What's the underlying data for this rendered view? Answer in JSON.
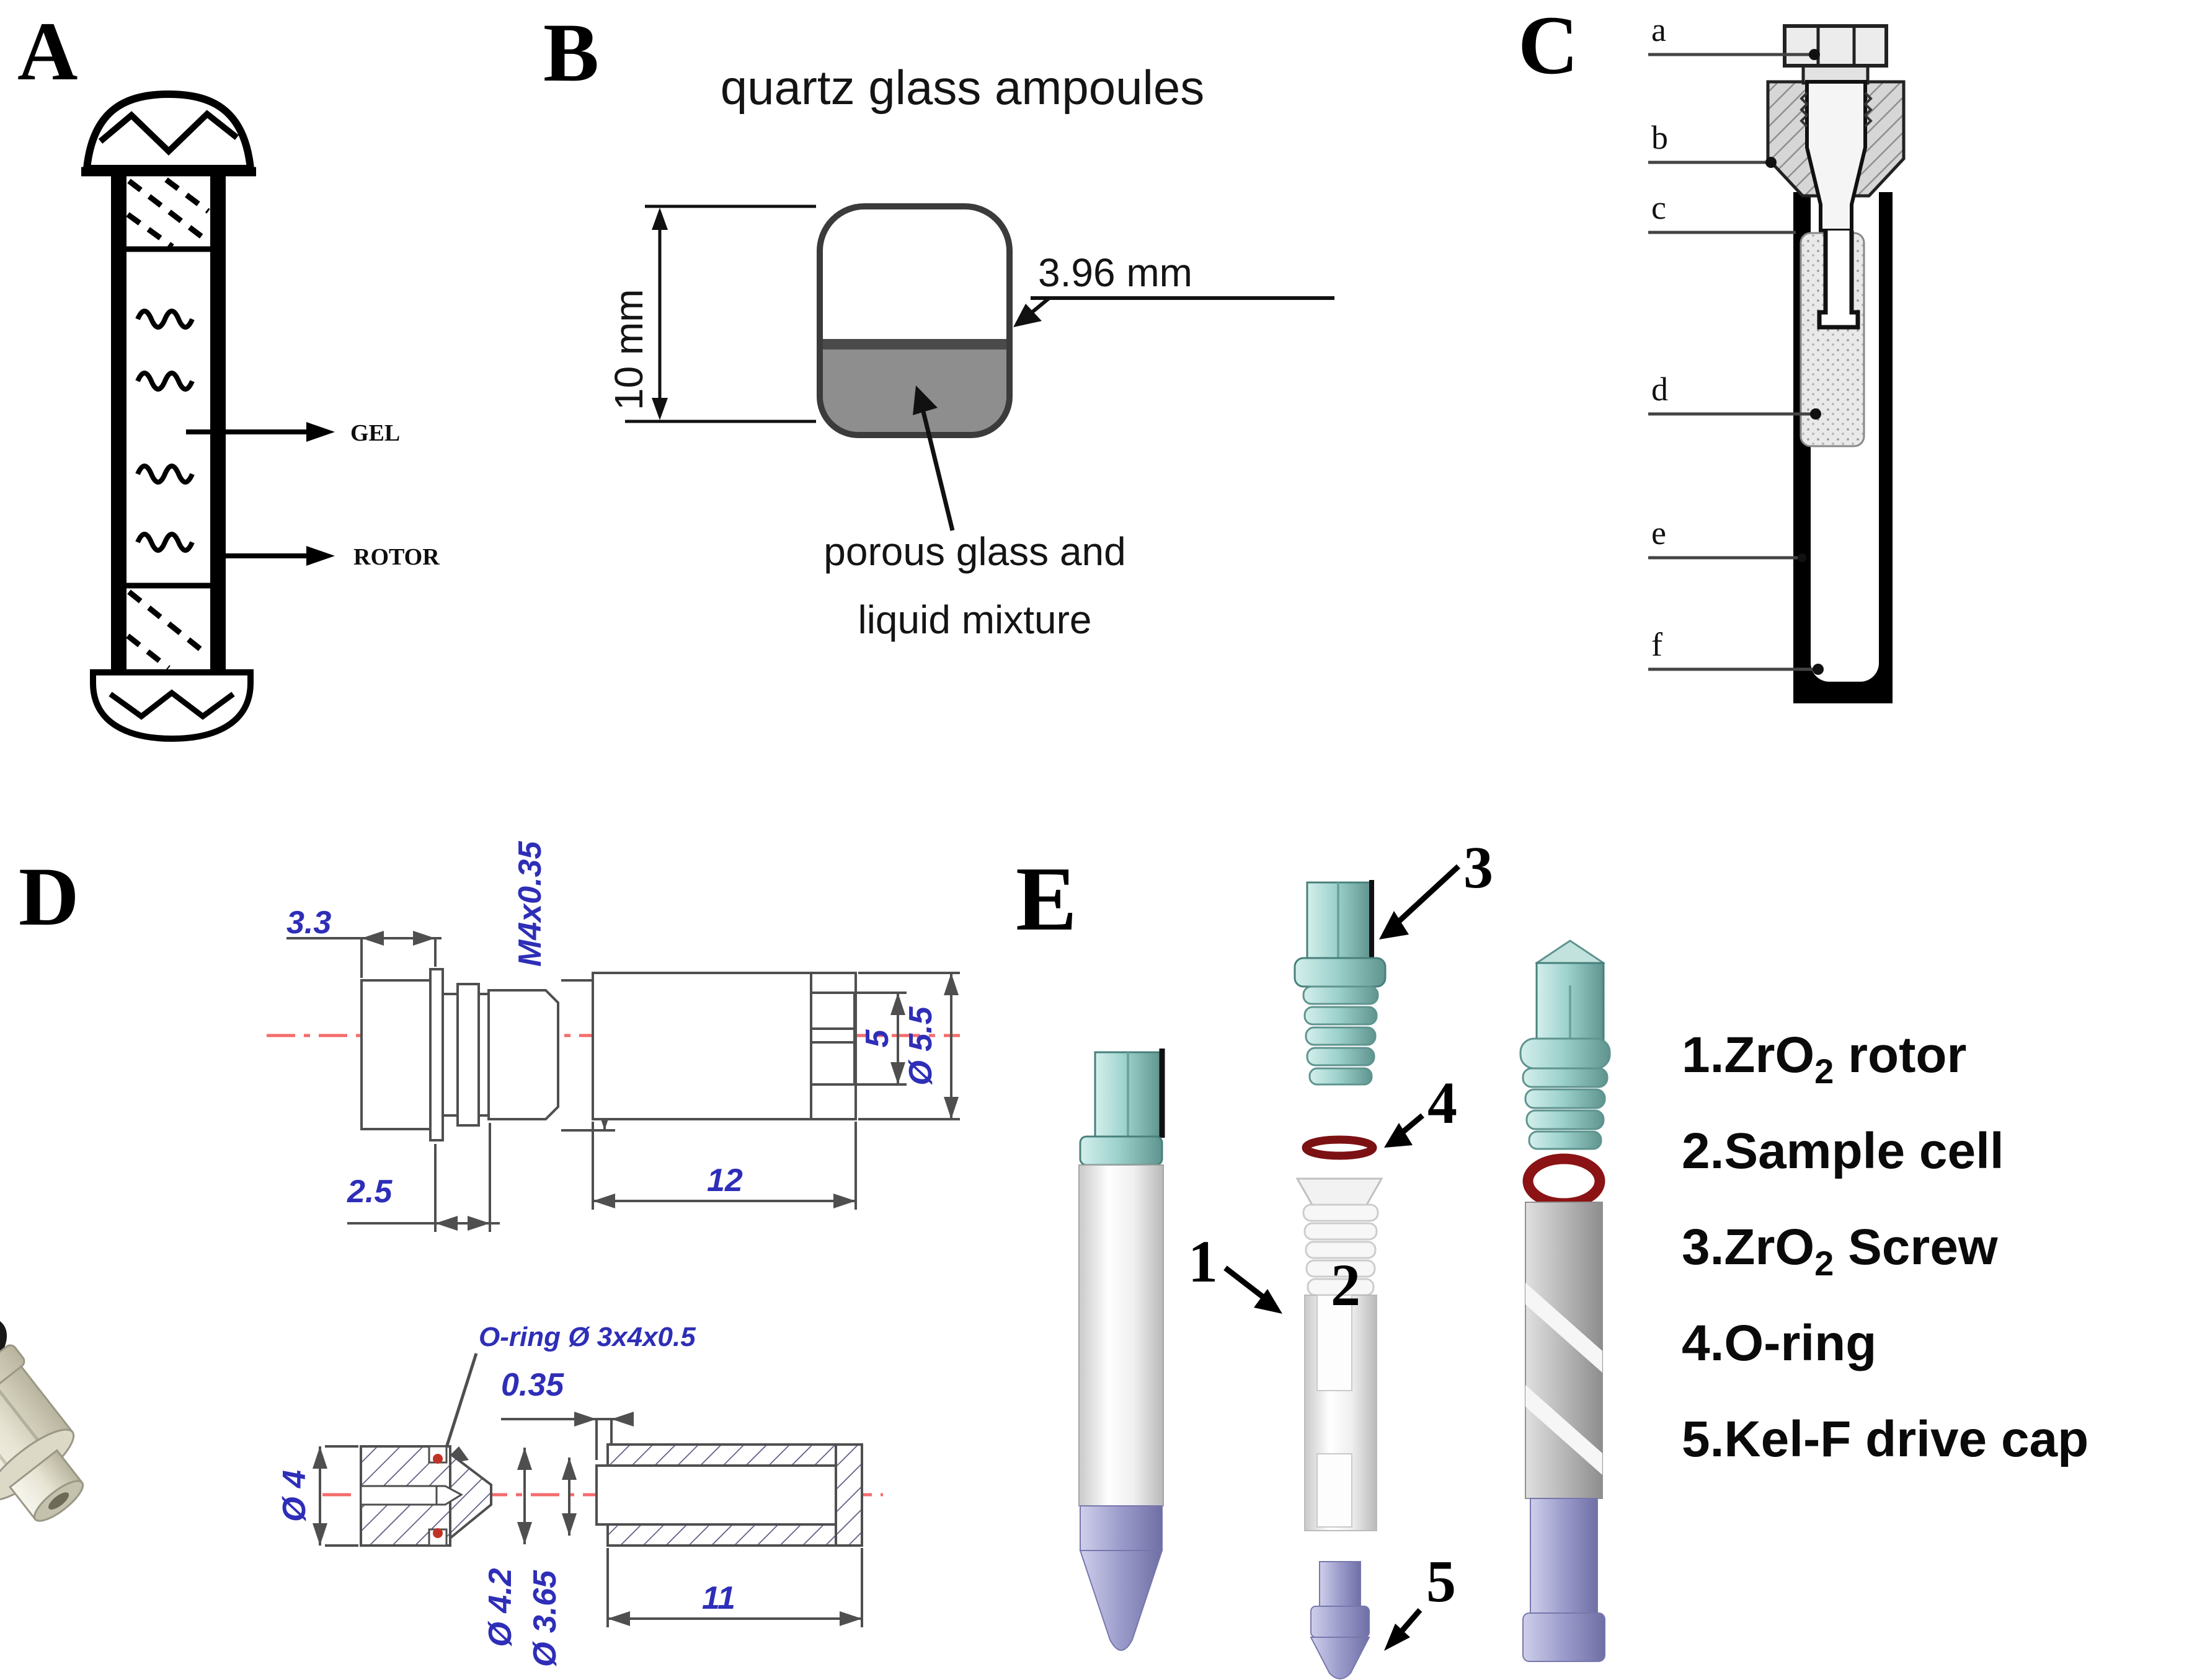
{
  "figure": {
    "panels": {
      "A": {
        "letter": "A",
        "gel_label": "GEL",
        "rotor_label": "ROTOR"
      },
      "B": {
        "letter": "B",
        "title": "quartz glass ampoules",
        "height_dim": "10 mm",
        "width_dim": "3.96 mm",
        "caption_line1": "porous glass and",
        "caption_line2": "liquid mixture"
      },
      "C": {
        "letter": "C",
        "callouts": {
          "a": "a",
          "b": "b",
          "c": "c",
          "d": "d",
          "e": "e",
          "f": "f"
        }
      },
      "D": {
        "letter": "D",
        "dims": {
          "head_len": "3.3",
          "thread_spec": "M4x0.35",
          "groove_len": "2.5",
          "sleeve_len": "12",
          "bore_dia": "5",
          "sleeve_od": "Ø 5.5",
          "oring_note": "O-ring Ø 3x4x0.5",
          "lip_len": "0.35",
          "cap_od": "Ø 4",
          "tube_od": "Ø 4.2",
          "tube_id": "Ø 3.65",
          "tube_len": "11"
        }
      },
      "E": {
        "letter": "E",
        "callouts": {
          "n1": "1",
          "n2": "2",
          "n3": "3",
          "n4": "4",
          "n5": "5"
        },
        "legend": [
          {
            "pre": "1.ZrO",
            "sub": "2",
            "post": " rotor"
          },
          {
            "pre": "2.Sample cell",
            "sub": "",
            "post": ""
          },
          {
            "pre": "3.ZrO",
            "sub": "2",
            "post": " Screw"
          },
          {
            "pre": "4.O-ring",
            "sub": "",
            "post": ""
          },
          {
            "pre": "5.Kel-F drive cap",
            "sub": "",
            "post": ""
          }
        ]
      }
    },
    "colors": {
      "teal": "#9ed2cd",
      "teal_dark": "#5f948f",
      "purple": "#9b9bcb",
      "oring_red": "#8b1315",
      "dim_blue": "#2e2eb8",
      "centerline_red": "#f56b6b",
      "ampoule_gray": "#8e8e8e",
      "line_gray": "#4f4f4f"
    }
  }
}
